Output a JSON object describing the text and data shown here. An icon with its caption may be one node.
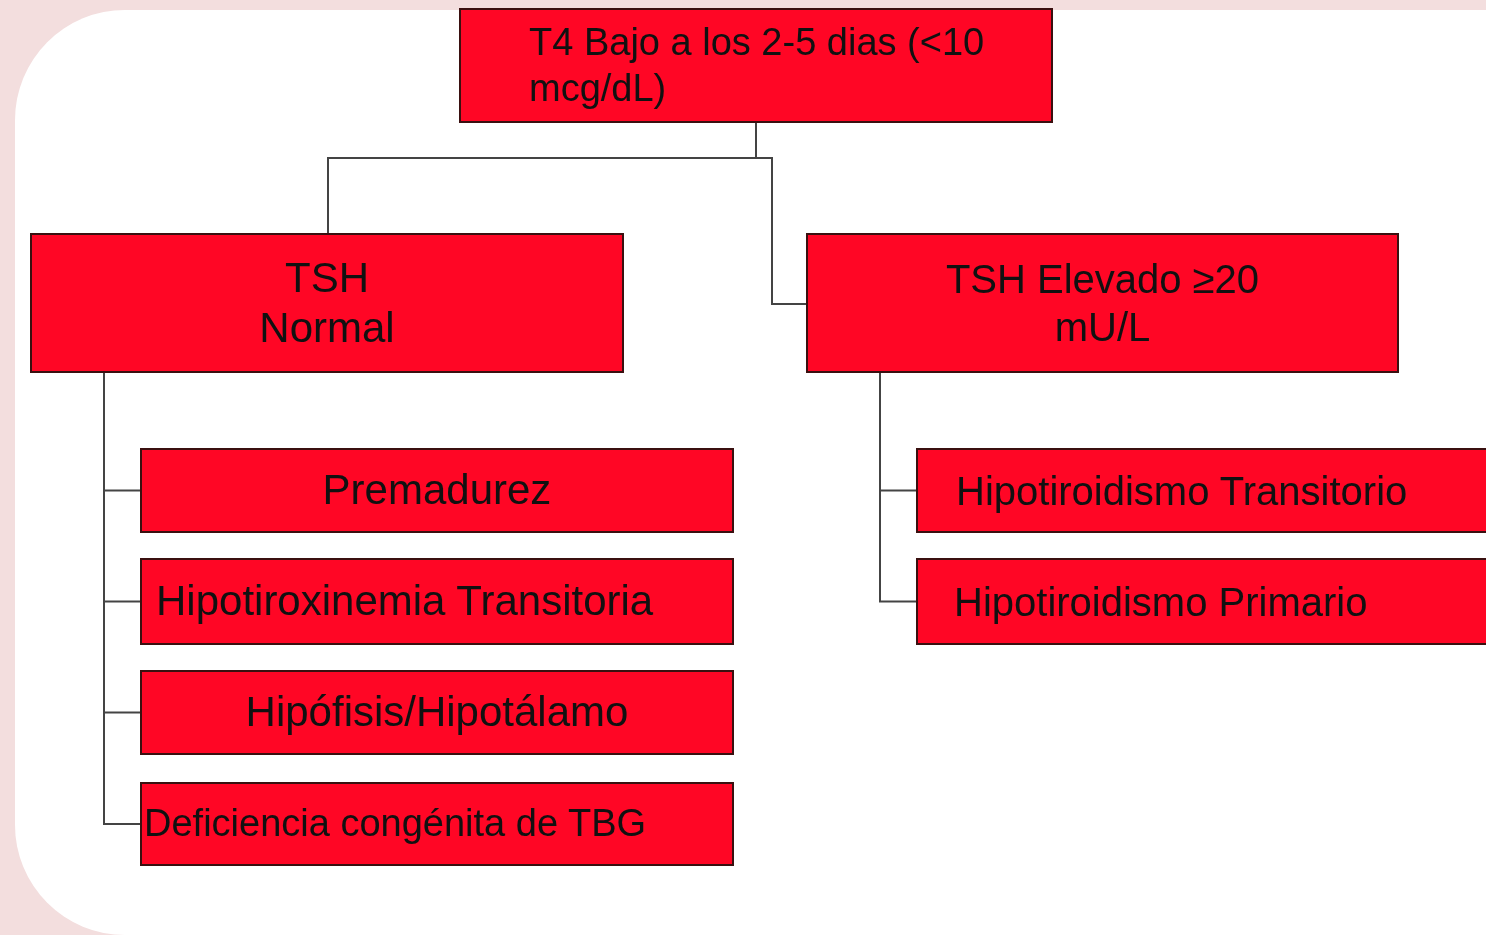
{
  "diagram": {
    "nodes": [
      {
        "text": [
          "T4 Bajo a los 2-5 dias (<10 mcg/dL)"
        ]
      },
      {
        "text": [
          "TSH Normal"
        ]
      },
      {
        "text": [
          "TSH Elevado ≥20 mU/L"
        ]
      },
      {
        "text": [
          "Premadurez"
        ]
      },
      {
        "text": [
          "Hipotiroxinemia Transitoria"
        ]
      },
      {
        "text": [
          "Hipófisis/Hipotálamo"
        ]
      },
      {
        "text": [
          "Deficiencia congénita de TBG"
        ]
      },
      {
        "text": [
          "Hipotiroidismo Transitorio"
        ]
      },
      {
        "text": [
          "Hipotiroidismo Primario"
        ]
      }
    ],
    "edges": [
      {
        "from": 0,
        "to": 1,
        "arrow": "none"
      },
      {
        "from": 0,
        "to": 2,
        "arrow": "none"
      },
      {
        "from": 1,
        "to": 3,
        "arrow": "none"
      },
      {
        "from": 1,
        "to": 4,
        "arrow": "none"
      },
      {
        "from": 1,
        "to": 5,
        "arrow": "none"
      },
      {
        "from": 1,
        "to": 6,
        "arrow": "none"
      },
      {
        "from": 2,
        "to": 7,
        "arrow": "none"
      },
      {
        "from": 2,
        "to": 8,
        "arrow": "none"
      }
    ]
  }
}
